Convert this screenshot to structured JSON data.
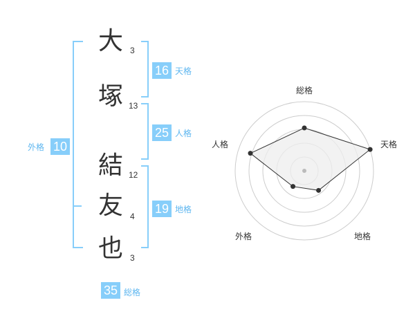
{
  "name": {
    "characters": [
      {
        "char": "大",
        "strokes": "3"
      },
      {
        "char": "塚",
        "strokes": "13"
      },
      {
        "char": "結",
        "strokes": "12"
      },
      {
        "char": "友",
        "strokes": "4"
      },
      {
        "char": "也",
        "strokes": "3"
      }
    ]
  },
  "fortunes": {
    "tenkaku": {
      "value": "16",
      "label": "天格"
    },
    "jinkaku": {
      "value": "25",
      "label": "人格"
    },
    "chikaku": {
      "value": "19",
      "label": "地格"
    },
    "gaikaku": {
      "value": "10",
      "label": "外格"
    },
    "soukaku": {
      "value": "35",
      "label": "総格"
    }
  },
  "radar": {
    "axes": [
      "総格",
      "天格",
      "地格",
      "外格",
      "人格"
    ],
    "values": [
      0.62,
      1.0,
      0.35,
      0.28,
      0.82
    ],
    "colors": {
      "ring": "#cccccc",
      "fill": "#eeeeee",
      "line": "#333333",
      "point": "#333333",
      "center": "#bbbbbb"
    }
  },
  "colors": {
    "accent": "#87cefa",
    "accent_text": "#5fb7f0",
    "text": "#333333"
  }
}
